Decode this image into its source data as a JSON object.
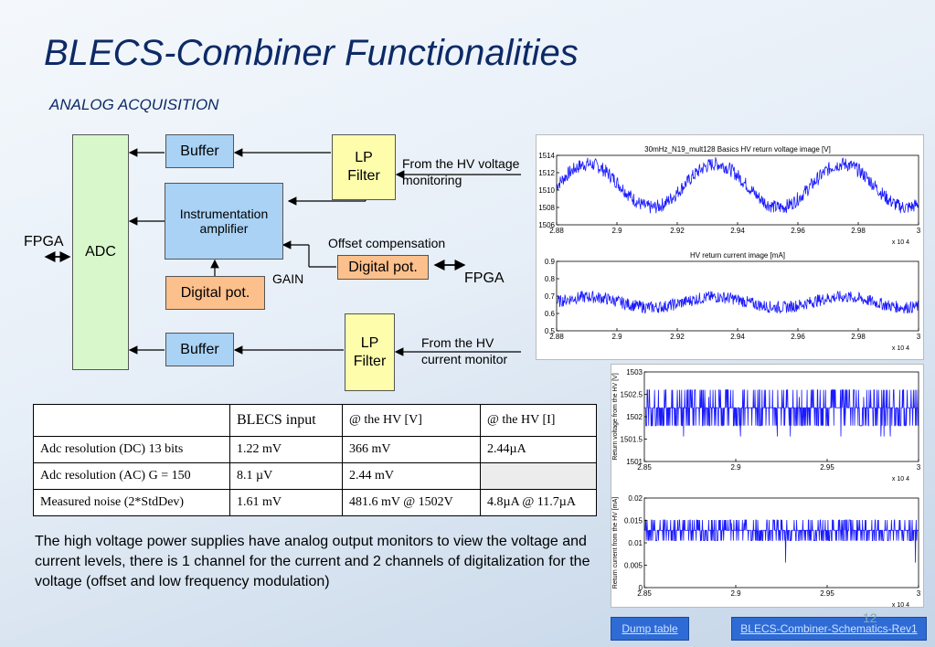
{
  "slide": {
    "title": "BLECS-Combiner Functionalities",
    "subtitle": "ANALOG ACQUISITION",
    "page_number": "12"
  },
  "diagram": {
    "adc": "ADC",
    "buffer_top": "Buffer",
    "instrumentation_amp": "Instrumentation amplifier",
    "lp_filter_top": "LP Filter",
    "lp_filter_bottom": "LP Filter",
    "digital_pot_offset": "Digital pot.",
    "digital_pot_gain": "Digital pot.",
    "buffer_bottom": "Buffer",
    "fpga_left": "FPGA",
    "fpga_right": "FPGA",
    "from_hv_voltage": "From the HV voltage monitoring",
    "offset_compensation": "Offset compensation",
    "gain": "GAIN",
    "from_hv_current": "From the HV current monitor"
  },
  "table": {
    "headers": [
      "",
      "BLECS input",
      "@ the HV [V]",
      "@ the HV [I]"
    ],
    "rows": [
      [
        "Adc resolution (DC) 13 bits",
        "1.22 mV",
        "366 mV",
        "2.44µA"
      ],
      [
        "Adc resolution (AC) G = 150",
        "8.1 µV",
        "2.44 mV",
        ""
      ],
      [
        "Measured noise (2*StdDev)",
        "1.61 mV",
        "481.6 mV @ 1502V",
        "4.8µA @ 11.7µA"
      ]
    ]
  },
  "description": "The high voltage power supplies have analog output monitors to view the voltage and current levels, there is 1 channel for the current and 2 channels of digitalization for the voltage (offset and low frequency modulation)",
  "buttons": {
    "dump_table": "Dump table",
    "schematics": "BLECS-Combiner-Schematics-Rev1"
  },
  "chart_data": [
    {
      "type": "line",
      "title": "30mHz_N19_mult128  Basics        HV return voltage image [V]",
      "x_ticks": [
        "2.88",
        "2.9",
        "2.92",
        "2.94",
        "2.96",
        "2.98",
        "3"
      ],
      "x_exponent": "x 10^4",
      "xlim": [
        28800,
        30000
      ],
      "y_ticks": [
        "1514",
        "1512",
        "1510",
        "1508",
        "1506"
      ],
      "ylim": [
        1506,
        1514
      ],
      "series": [
        {
          "shape": "sine",
          "period": 62,
          "center": 1510.5,
          "amplitude": 2.5,
          "noise": 0.8
        }
      ]
    },
    {
      "type": "line",
      "title": "HV return current image [mA]",
      "x_ticks": [
        "2.88",
        "2.9",
        "2.92",
        "2.94",
        "2.96",
        "2.98",
        "3"
      ],
      "x_exponent": "x 10^4",
      "xlim": [
        28800,
        30000
      ],
      "y_ticks": [
        "0.9",
        "0.8",
        "0.7",
        "0.6",
        "0.5"
      ],
      "ylim": [
        0.5,
        0.9
      ],
      "series": [
        {
          "shape": "sine",
          "period": 62,
          "center": 0.665,
          "amplitude": 0.03,
          "noise": 0.035
        }
      ]
    },
    {
      "type": "line",
      "ylabel": "Return voltage from the HV [V]",
      "x_ticks": [
        "2.85",
        "2.9",
        "2.95",
        "3"
      ],
      "x_exponent": "x 10^4",
      "xlim": [
        28500,
        30000
      ],
      "y_ticks": [
        "1503",
        "1502.5",
        "1502",
        "1501.5",
        "1501"
      ],
      "ylim": [
        1501,
        1503
      ],
      "series": [
        {
          "shape": "quantized",
          "levels": [
            1501.8,
            1502.2,
            1502.6
          ],
          "main": 1502.2
        }
      ]
    },
    {
      "type": "line",
      "ylabel": "Return current from the HV [mA]",
      "x_ticks": [
        "2.85",
        "2.9",
        "2.95",
        "3"
      ],
      "x_exponent": "x 10^4",
      "xlim": [
        28500,
        30000
      ],
      "y_ticks": [
        "0.02",
        "0.015",
        "0.01",
        "0.005",
        "0"
      ],
      "ylim": [
        0,
        0.02
      ],
      "series": [
        {
          "shape": "quantized",
          "levels": [
            0.0105,
            0.0128,
            0.0151
          ],
          "main": 0.0128
        }
      ]
    }
  ],
  "colors": {
    "title": "#0d2a66",
    "adc_fill": "#d8f8cc",
    "buffer_fill": "#a9d2f5",
    "lp_filter_fill": "#fdfdab",
    "digital_pot_fill": "#fcc08c",
    "plot_line": "#1a1aff",
    "button": "#2e6bd4"
  }
}
